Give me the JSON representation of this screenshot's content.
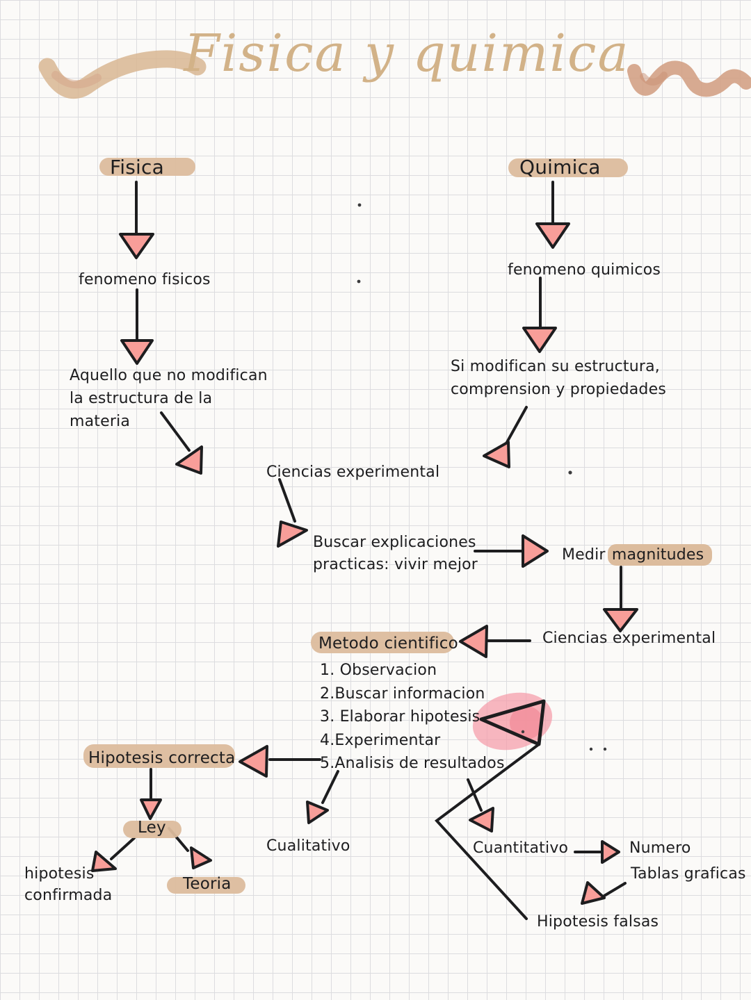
{
  "page": {
    "title": "Fisica y quimica"
  },
  "colors": {
    "arrow_pink": "#f89e99",
    "marker_pink": "#f598a6",
    "highlight_tan": "#dcbc9d",
    "title_tan": "#d2b288",
    "ink": "#1d1d1f",
    "grid": "#dcdcdf",
    "paper": "#fbfaf8"
  },
  "nodes": {
    "fisica": {
      "label": "Fisica"
    },
    "fenomeno_fisicos": {
      "label": "fenomeno fisicos"
    },
    "aquello": {
      "line1": "Aquello que no modifican",
      "line2": "la estructura de la",
      "line3": "materia"
    },
    "quimica": {
      "label": "Quimica"
    },
    "fenomeno_quimicos": {
      "label": "fenomeno quimicos"
    },
    "si_modifican": {
      "line1": "Si modifican su estructura,",
      "line2": "comprension y propiedades"
    },
    "ciencias_experimental_1": {
      "label": "Ciencias experimental"
    },
    "buscar": {
      "line1": "Buscar explicaciones",
      "line2": "practicas: vivir mejor"
    },
    "medir": {
      "plain": "Medir ",
      "highlight": "magnitudes"
    },
    "ciencias_experimental_2": {
      "label": "Ciencias experimental"
    },
    "metodo": {
      "label": "Metodo cientifico"
    },
    "metodo_steps": [
      "1. Observacion",
      "2.Buscar informacion",
      "3. Elaborar hipotesis",
      "4.Experimentar",
      "5.Analisis de resultados"
    ],
    "hipotesis_correcta": {
      "label": "Hipotesis correcta"
    },
    "ley": {
      "label": "Ley"
    },
    "hipotesis_confirmada": {
      "line1": "hipotesis",
      "line2": "confirmada"
    },
    "teoria": {
      "label": "Teoria"
    },
    "cualitativo": {
      "label": "Cualitativo"
    },
    "cuantitativo": {
      "label": "Cuantitativo"
    },
    "numero": {
      "label": "Numero"
    },
    "tablas_graficas": {
      "label": "Tablas graficas"
    },
    "hipotesis_falsas": {
      "label": "Hipotesis falsas"
    }
  }
}
